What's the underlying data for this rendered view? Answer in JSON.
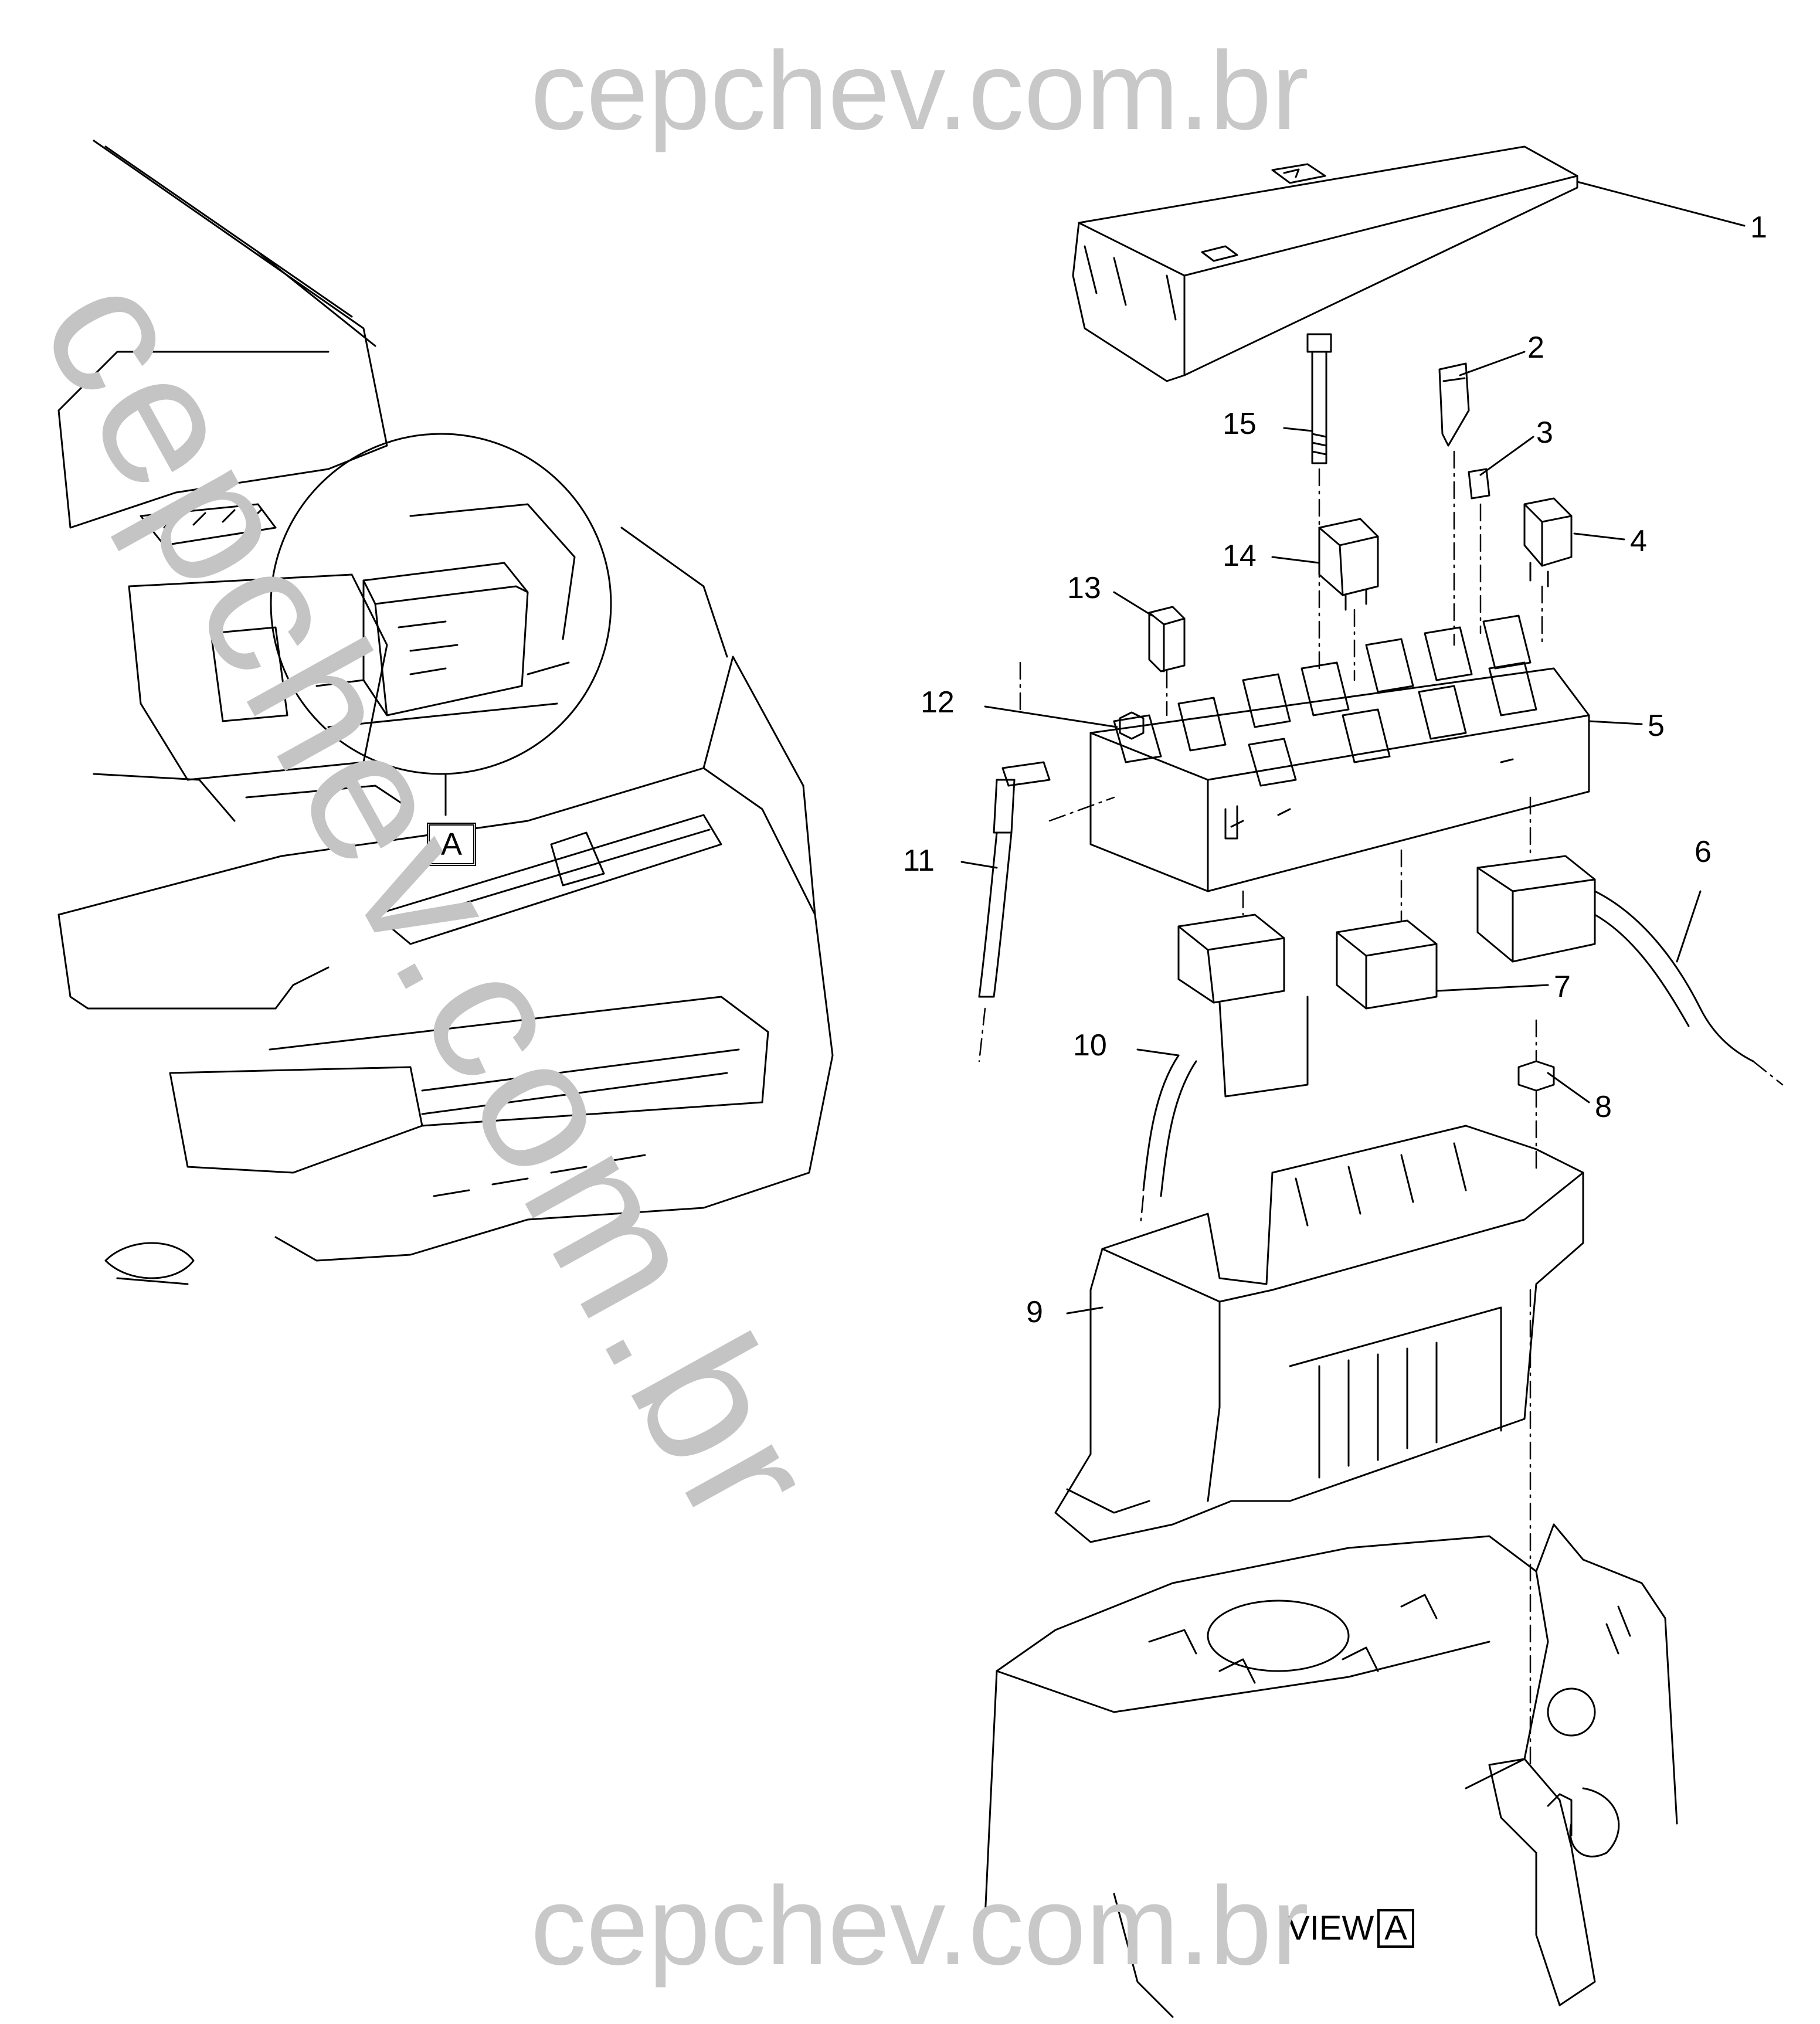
{
  "watermark": {
    "top": "cepchev.com.br",
    "bottom": "cepchev.com.br",
    "diagonal": "cepchev.com.br"
  },
  "callouts": [
    "1",
    "2",
    "3",
    "4",
    "5",
    "6",
    "7",
    "8",
    "9",
    "10",
    "11",
    "12",
    "13",
    "14",
    "15"
  ],
  "view_marker": "A",
  "view_label": {
    "text": "VIEW",
    "letter": "A"
  },
  "colors": {
    "line": "#000000",
    "watermark": "#c8c8c8",
    "background": "#ffffff"
  }
}
